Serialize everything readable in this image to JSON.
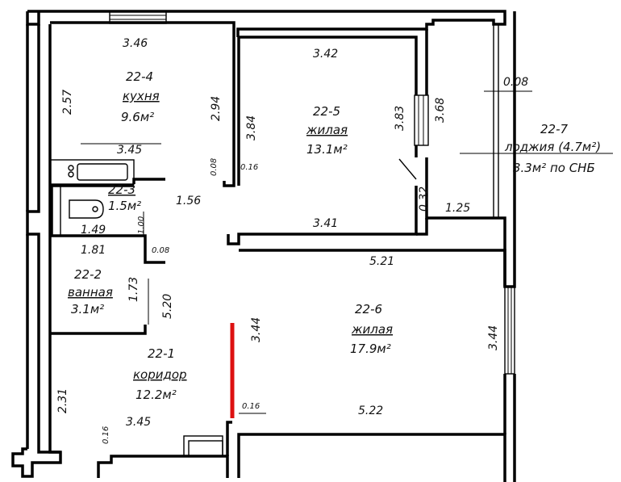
{
  "rooms": [
    {
      "id": "22-4",
      "name": "кухня",
      "area": "9.6м²"
    },
    {
      "id": "22-5",
      "name": "жилая",
      "area": "13.1м²"
    },
    {
      "id": "22-7",
      "name": "лоджия (4.7м²)",
      "area": "3.3м² по СНБ"
    },
    {
      "id": "22-3",
      "area": "1.5м²"
    },
    {
      "id": "22-2",
      "name": "ванная",
      "area": "3.1м²"
    },
    {
      "id": "22-6",
      "name": "жилая",
      "area": "17.9м²"
    },
    {
      "id": "22-1",
      "name": "коридор",
      "area": "12.2м²"
    }
  ],
  "dimensions": {
    "kitchen_top": "3.46",
    "kitchen_left": "2.57",
    "kitchen_right": "2.94",
    "kitchen_bottom": "3.45",
    "room5_top": "3.42",
    "room5_left": "3.84",
    "room5_right_a": "3.83",
    "room5_right_b": "3.68",
    "room5_bottom": "3.41",
    "loggia_width": "0.08",
    "wall_008_a": "0.08",
    "wall_016_a": "0.16",
    "hall_156": "1.56",
    "wc_149": "1.49",
    "wc_100": "1.00",
    "wc_181": "1.81",
    "wall_008_b": "0.08",
    "bath_173": "1.73",
    "hall_520": "5.20",
    "door_032": "0.32",
    "loggia_125": "1.25",
    "room6_top": "5.21",
    "room6_left": "3.44",
    "room6_right": "3.44",
    "room6_bottom": "5.22",
    "wall_016_b": "0.16",
    "corridor_231": "2.31",
    "corridor_345": "3.45",
    "wall_016_c": "0.16"
  }
}
